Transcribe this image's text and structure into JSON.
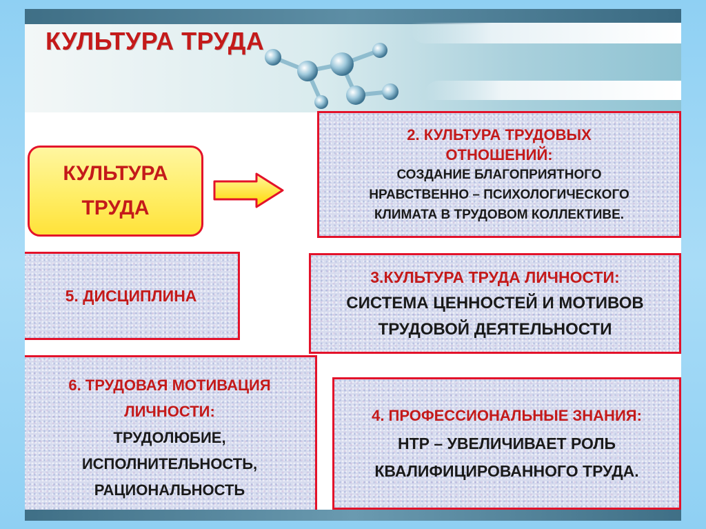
{
  "title": "КУЛЬТУРА ТРУДА",
  "main_box": {
    "line1": "КУЛЬТУРА",
    "line2": "ТРУДА"
  },
  "box2": {
    "heading1": "2.   КУЛЬТУРА ТРУДОВЫХ",
    "heading2": "ОТНОШЕНИЙ:",
    "text1": "СОЗДАНИЕ БЛАГОПРИЯТНОГО",
    "text2": "НРАВСТВЕННО – ПСИХОЛОГИЧЕСКОГО",
    "text3": "КЛИМАТА  В ТРУДОВОМ  КОЛЛЕКТИВЕ."
  },
  "box3": {
    "heading": "3.КУЛЬТУРА  ТРУДА ЛИЧНОСТИ:",
    "text1": "СИСТЕМА ЦЕННОСТЕЙ  И МОТИВОВ",
    "text2": "ТРУДОВОЙ  ДЕЯТЕЛЬНОСТИ"
  },
  "box4": {
    "heading": "4. ПРОФЕССИОНАЛЬНЫЕ ЗНАНИЯ:",
    "text1": "НТР – УВЕЛИЧИВАЕТ РОЛЬ",
    "text2": "КВАЛИФИЦИРОВАННОГО ТРУДА."
  },
  "box5": {
    "heading": "5. ДИСЦИПЛИНА"
  },
  "box6": {
    "heading1": "6. ТРУДОВАЯ МОТИВАЦИЯ",
    "heading2": "ЛИЧНОСТИ:",
    "text1": "ТРУДОЛЮБИЕ,",
    "text2": "ИСПОЛНИТЕЛЬНОСТЬ,",
    "text3": "РАЦИОНАЛЬНОСТЬ"
  },
  "colors": {
    "accent_red": "#c41a1a",
    "border_red": "#e3122a",
    "yellow": "#ffee66",
    "background_blue": "#8fd0f3"
  },
  "icons": [
    "molecule-decoration",
    "arrow-right-icon"
  ]
}
